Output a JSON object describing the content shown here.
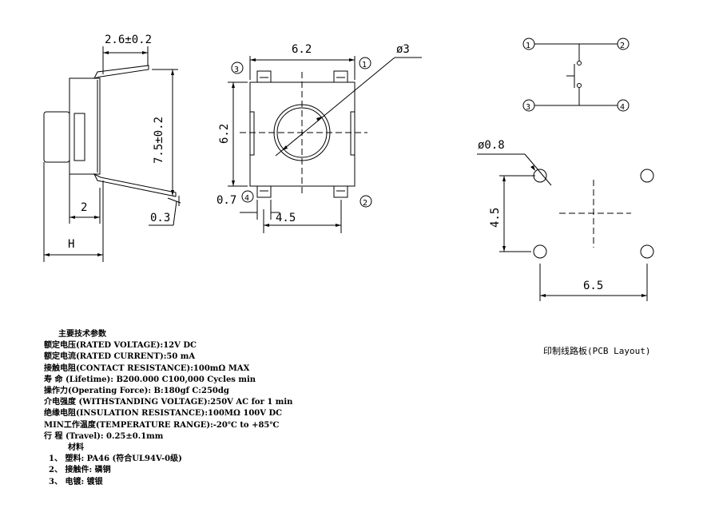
{
  "side_view": {
    "dim_width_top": "2.6±0.2",
    "dim_height": "7.5±0.2",
    "dim_2": "2",
    "dim_03": "0.3",
    "dim_H": "H"
  },
  "top_view": {
    "dim_width": "6.2",
    "dim_height": "6.2",
    "dim_diameter": "ø3",
    "dim_pin_width": "0.7",
    "dim_pitch": "4.5",
    "pin_1": "1",
    "pin_2": "2",
    "pin_3": "3",
    "pin_4": "4"
  },
  "schematic": {
    "pin_1": "1",
    "pin_2": "2",
    "pin_3": "3",
    "pin_4": "4"
  },
  "pcb": {
    "dim_hole": "ø0.8",
    "dim_vertical": "4.5",
    "dim_horizontal": "6.5",
    "label": "印制线路板(PCB Layout)"
  },
  "specs": {
    "title": "主要技术参数",
    "lines": [
      "额定电压(RATED VOLTAGE):12V DC",
      "额定电流(RATED CURRENT):50 mA",
      "接触电阻(CONTACT RESISTANCE):100mΩ MAX",
      "寿 命 (Lifetime): B200.000 C100,000 Cycles min",
      "操作力(Operating Force):  B:180gf C:250dg",
      "介电强度  (WITHSTANDING VOLTAGE):250V AC for 1 min",
      "绝缘电阻(INSULATION RESISTANCE):100MΩ 100V DC",
      "MIN工作温度(TEMPERATURE RANGE):-20℃ to +85℃",
      "行 程  (Travel): 0.25±0.1mm"
    ],
    "materials_title": "材料",
    "materials": [
      "1、   塑料: PA46 (符合UL94V-0级)",
      "2、   接触件: 磷铜",
      "3、   电镀: 镀银"
    ]
  }
}
